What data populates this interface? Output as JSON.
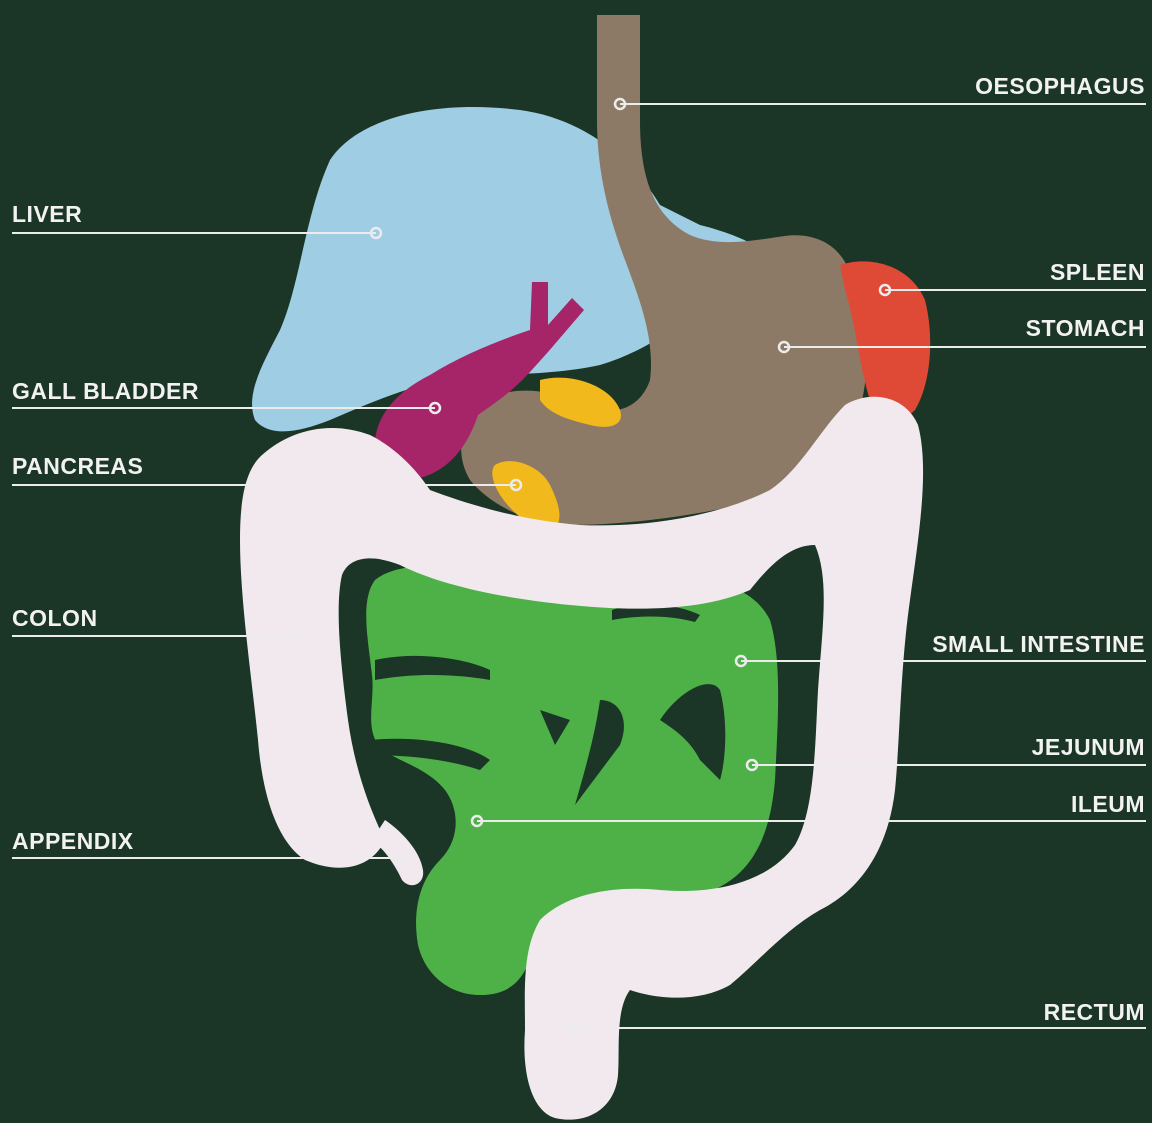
{
  "colors": {
    "background": "#1b3526",
    "liver": "#9fcde4",
    "stomach": "#8d7a66",
    "spleen": "#df4a36",
    "gall_bladder": "#a62468",
    "pancreas": "#f1b91c",
    "small_intestine": "#4db148",
    "colon": "#f1e9ee",
    "leader_line": "#ececec"
  },
  "labels": {
    "oesophagus": "OESOPHAGUS",
    "liver": "LIVER",
    "spleen": "SPLEEN",
    "stomach": "STOMACH",
    "gall_bladder": "GALL BLADDER",
    "pancreas": "PANCREAS",
    "colon": "COLON",
    "small_intestine": "SMALL INTESTINE",
    "jejunum": "JEJUNUM",
    "ileum": "ILEUM",
    "appendix": "APPENDIX",
    "rectum": "RECTUM"
  }
}
